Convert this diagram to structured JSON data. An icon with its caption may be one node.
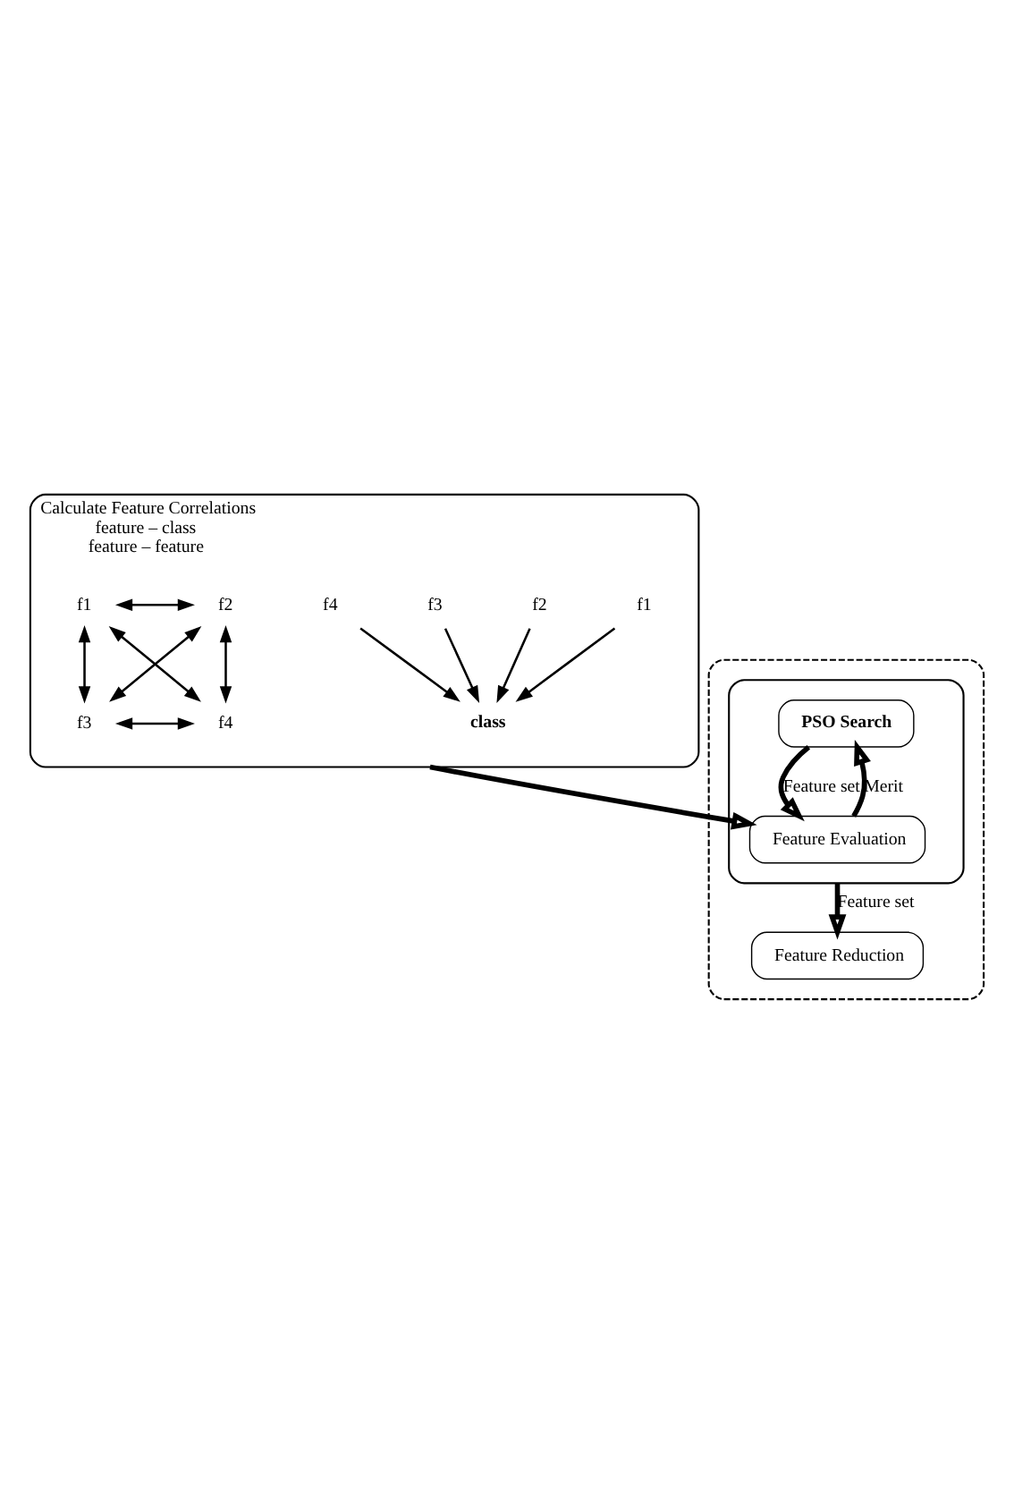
{
  "diagram": {
    "nodes": [
      {
        "text": [
          "Calculate Feature Correlations",
          "feature – class",
          "feature – feature"
        ]
      },
      {
        "text": [
          "f1"
        ],
        "in": 0
      },
      {
        "text": [
          "f2"
        ],
        "in": 0
      },
      {
        "text": [
          "f3"
        ],
        "in": 0
      },
      {
        "text": [
          "f4"
        ],
        "in": 0
      },
      {
        "text": [
          "class"
        ],
        "in": 0
      },
      {
        "text": [
          "f1"
        ],
        "in": 0
      },
      {
        "text": [
          "f2"
        ],
        "in": 0
      },
      {
        "text": [
          "f3"
        ],
        "in": 0
      },
      {
        "text": [
          "f4"
        ],
        "in": 0
      },
      {
        "text": [],
        "shape": "box"
      },
      {
        "text": [],
        "shape": "box",
        "in": 10
      },
      {
        "text": [
          "PSO Search"
        ],
        "in": 11
      },
      {
        "text": [
          "Feature Evaluation"
        ],
        "in": 11
      },
      {
        "text": [
          "Feature Reduction"
        ],
        "in": 10
      }
    ],
    "edges": [
      {
        "from": 1,
        "to": 5,
        "arrow": "to"
      },
      {
        "from": 2,
        "to": 5,
        "arrow": "to"
      },
      {
        "from": 3,
        "to": 5,
        "arrow": "to"
      },
      {
        "from": 4,
        "to": 5,
        "arrow": "to"
      },
      {
        "from": 6,
        "to": 7,
        "arrow": "both"
      },
      {
        "from": 6,
        "to": 8,
        "arrow": "both"
      },
      {
        "from": 6,
        "to": 9,
        "arrow": "both"
      },
      {
        "from": 7,
        "to": 8,
        "arrow": "both"
      },
      {
        "from": 7,
        "to": 9,
        "arrow": "both"
      },
      {
        "from": 8,
        "to": 9,
        "arrow": "both"
      },
      {
        "from": 0,
        "to": 13,
        "arrow": "to",
        "style": "thick"
      },
      {
        "from": 12,
        "to": 13,
        "arrow": "to",
        "label": "Feature set",
        "style": "thick"
      },
      {
        "from": 13,
        "to": 12,
        "arrow": "to",
        "label": "Merit",
        "style": "thick"
      },
      {
        "from": 11,
        "to": 14,
        "arrow": "to",
        "label": "Feature set",
        "style": "thick"
      }
    ]
  }
}
